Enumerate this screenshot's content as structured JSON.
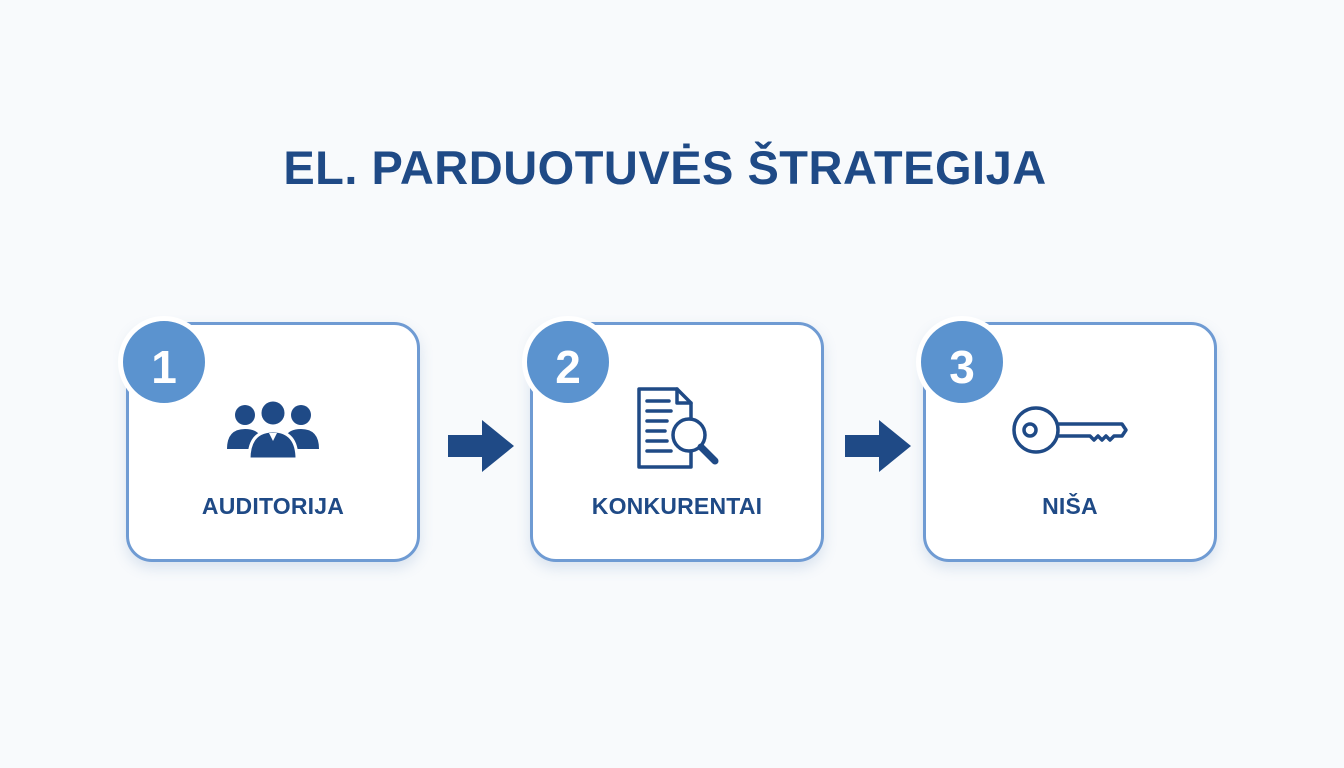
{
  "title": "EL. PARDUOTUVĖS ŠTRATEGIJA",
  "colors": {
    "primary": "#1f4a86",
    "accent": "#5b93cf",
    "card_border": "#6f9bd3",
    "background": "#f8fafc"
  },
  "steps": [
    {
      "number": "1",
      "label": "AUDITORIJA",
      "icon": "people-group-icon"
    },
    {
      "number": "2",
      "label": "KONKURENTAI",
      "icon": "document-search-icon"
    },
    {
      "number": "3",
      "label": "NIŠA",
      "icon": "key-icon"
    }
  ]
}
